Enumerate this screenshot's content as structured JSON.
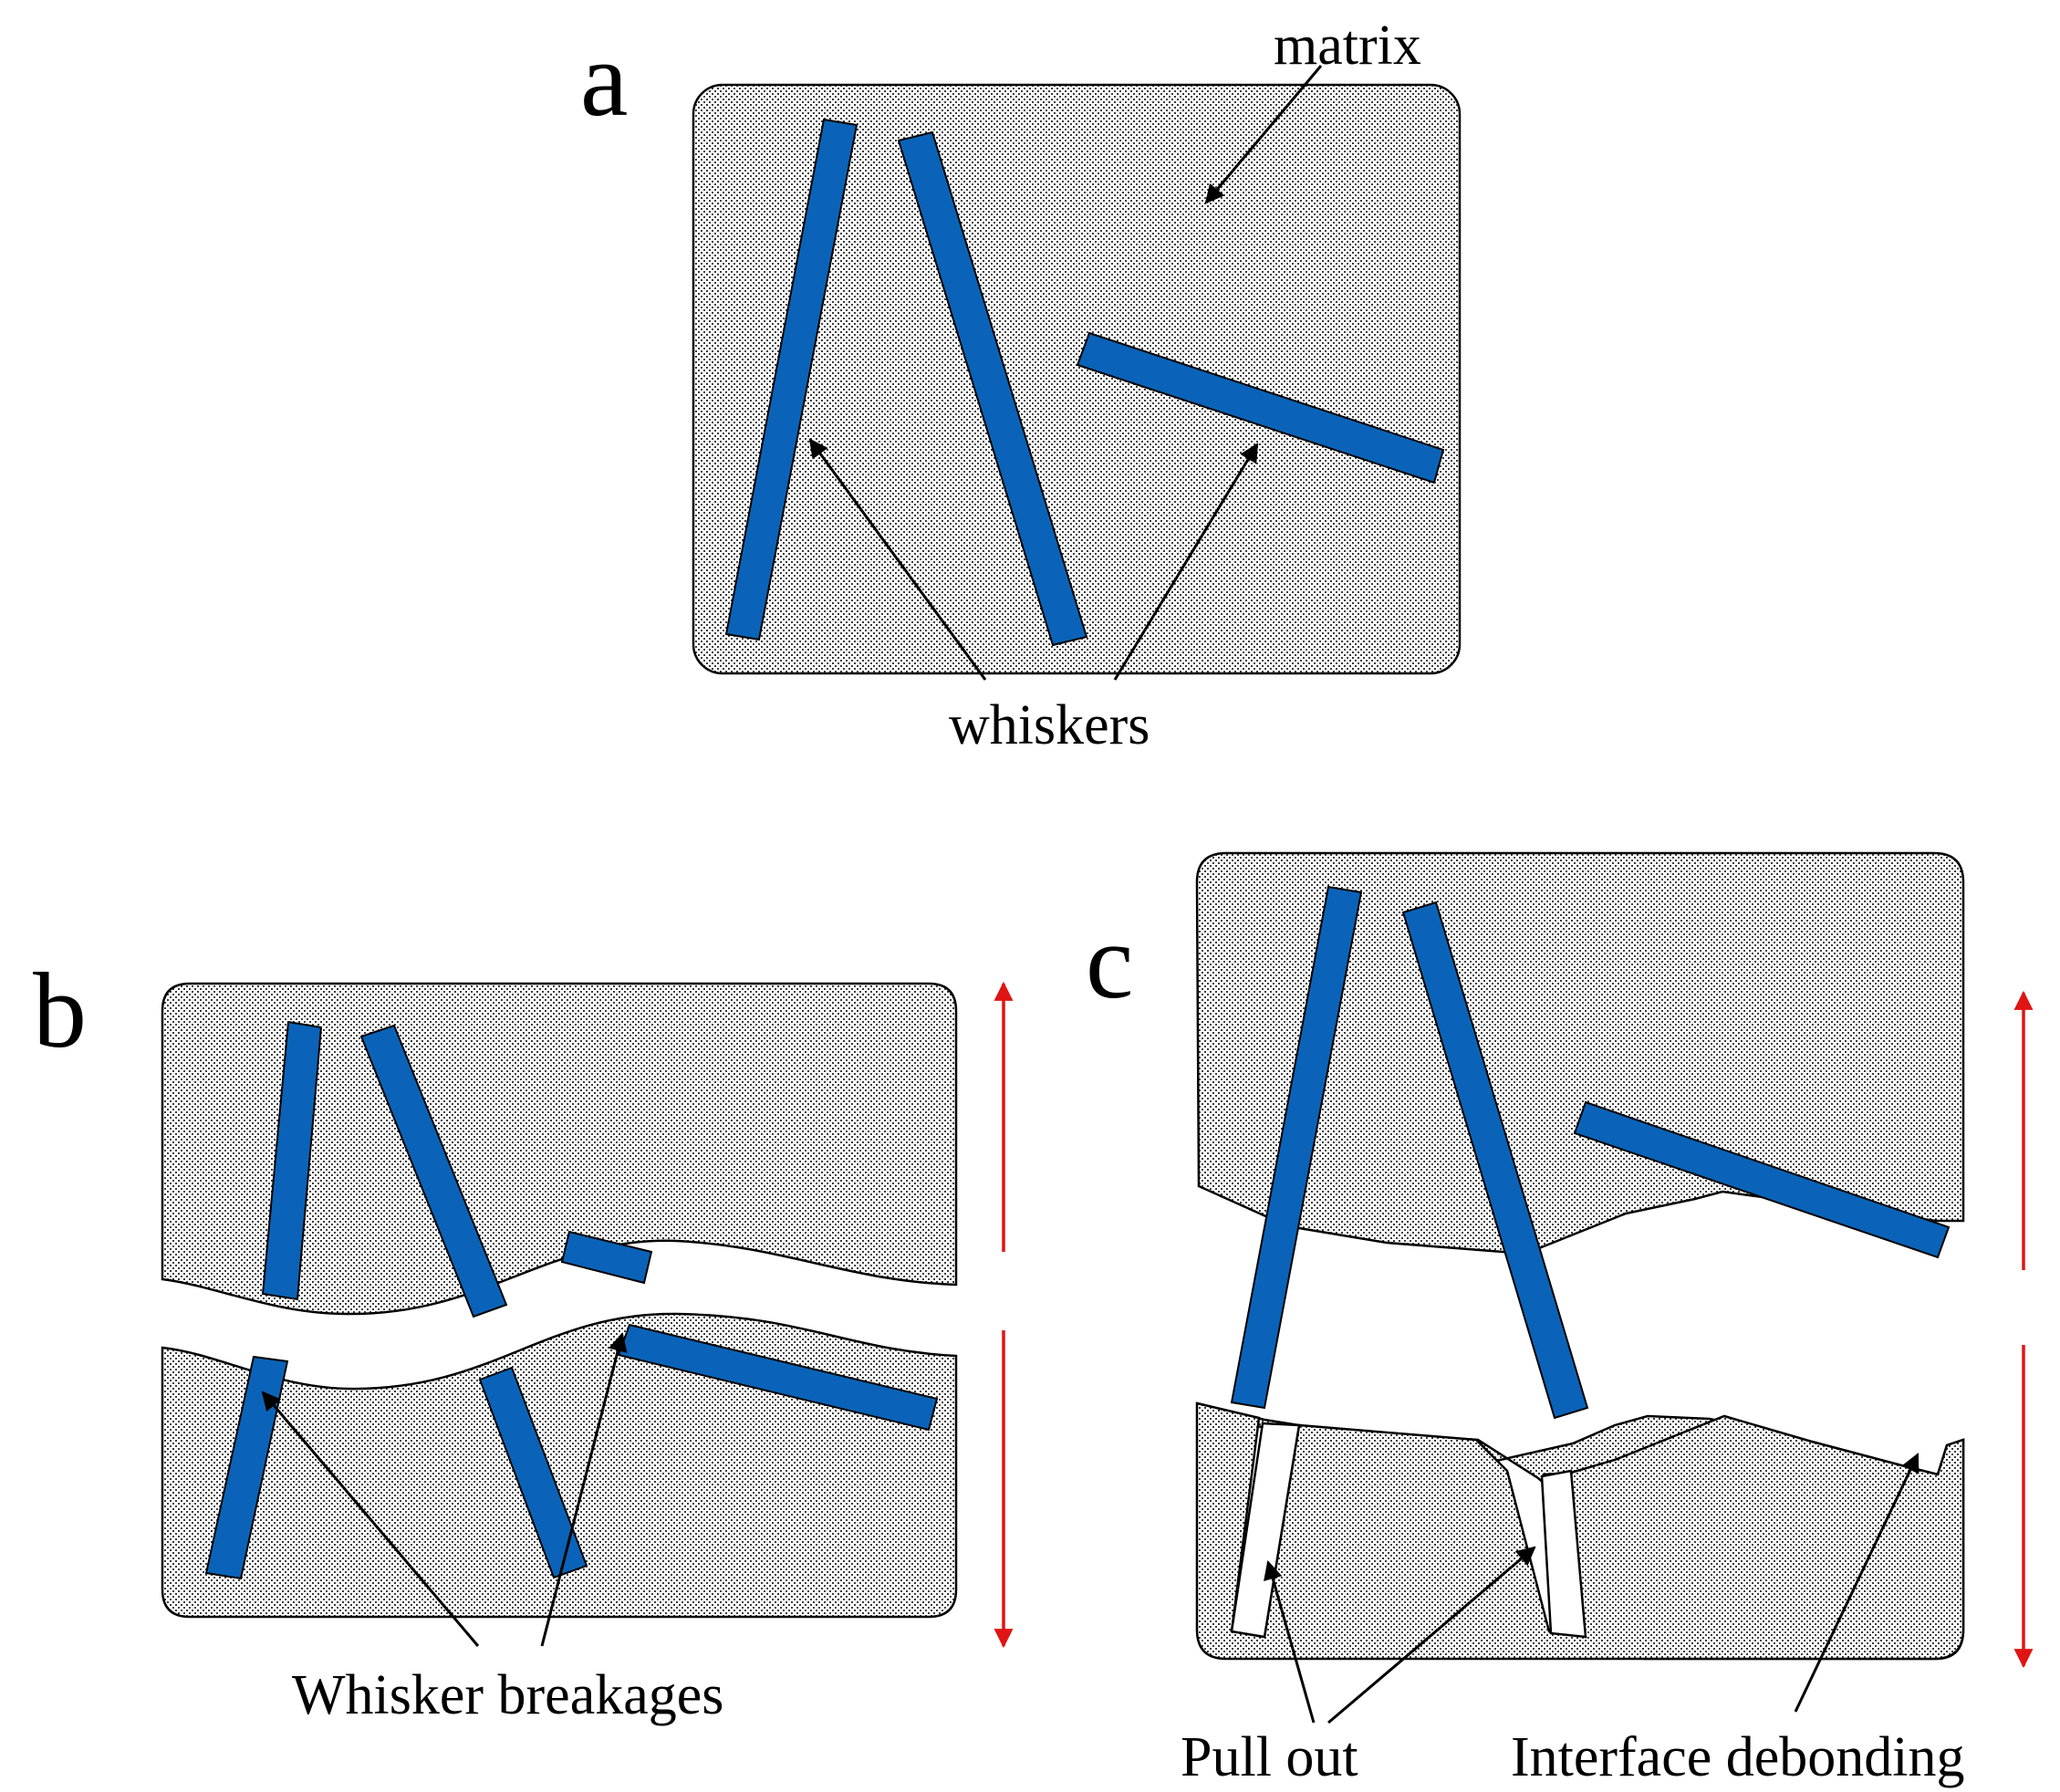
{
  "panels": {
    "a": {
      "letter": "a",
      "matrix_label": "matrix",
      "whiskers_label": "whiskers"
    },
    "b": {
      "letter": "b",
      "breakage_label": "Whisker breakages"
    },
    "c": {
      "letter": "c",
      "pullout_label": "Pull out",
      "debonding_label": "Interface debonding"
    }
  },
  "colors": {
    "whisker": "#0a63b8",
    "load_arrow": "#e01414",
    "matrix_dots": "#444444",
    "outline": "#000000"
  }
}
